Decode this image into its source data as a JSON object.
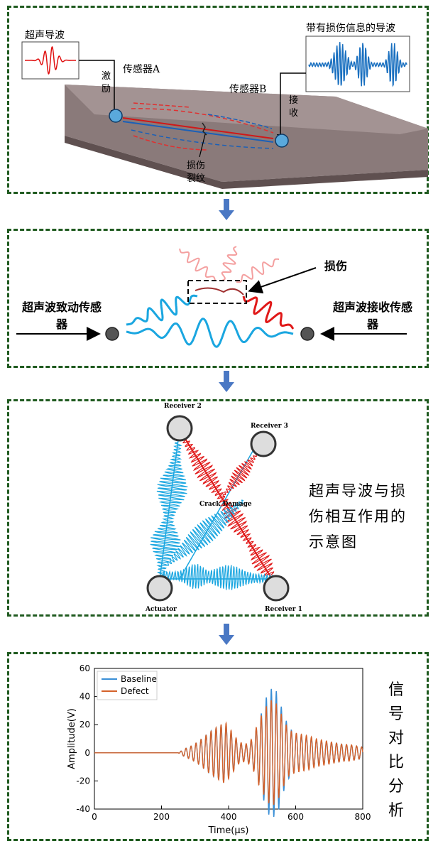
{
  "panel1": {
    "ultrasonic_wave": "超声导波",
    "excitation": "激励",
    "sensor_a": "传感器A",
    "sensor_b": "传感器B",
    "reception": "接收",
    "damage_crack": "损伤裂纹",
    "damage_wave": "带有损伤信息的导波"
  },
  "panel2": {
    "damage": "损伤",
    "actuator_sensor": "超声波致动传感器",
    "receiver_sensor": "超声波接收传感器"
  },
  "panel3": {
    "receiver2": "Receiver 2",
    "receiver3": "Receiver 3",
    "crack_damage": "Crack Damage",
    "actuator": "Actuator",
    "receiver1": "Receiver 1",
    "caption": "超声导波与损伤相互作用的示意图"
  },
  "panel4": {
    "side_caption": "信号对比分析",
    "colors": {
      "baseline": "#3a8fd6",
      "defect": "#d4612a"
    }
  },
  "chart_data": {
    "type": "line",
    "xlabel": "Time(μs)",
    "ylabel": "Amplitude(V)",
    "xlim": [
      0,
      800
    ],
    "ylim": [
      -40,
      60
    ],
    "xticks": [
      0,
      200,
      400,
      600,
      800
    ],
    "yticks": [
      -40,
      -20,
      0,
      20,
      40,
      60
    ],
    "legend_position": "top-left",
    "series": [
      {
        "name": "Baseline",
        "x": [
          0,
          250,
          270,
          290,
          310,
          330,
          350,
          370,
          390,
          410,
          430,
          450,
          470,
          490,
          510,
          520,
          530,
          540,
          550,
          560,
          570,
          580,
          600,
          620,
          640,
          660,
          680,
          700,
          720,
          740,
          760,
          780,
          800
        ],
        "y": [
          0,
          0,
          3,
          5,
          8,
          12,
          16,
          19,
          21,
          14,
          7,
          5,
          9,
          22,
          38,
          44,
          46,
          45,
          40,
          30,
          24,
          18,
          13,
          12,
          11,
          9,
          8,
          7,
          7,
          6,
          5,
          5,
          4
        ]
      },
      {
        "name": "Defect",
        "x": [
          0,
          250,
          270,
          290,
          310,
          330,
          350,
          370,
          390,
          410,
          430,
          450,
          470,
          490,
          510,
          520,
          530,
          540,
          550,
          560,
          570,
          580,
          600,
          620,
          640,
          660,
          680,
          700,
          720,
          740,
          760,
          780,
          800
        ],
        "y": [
          0,
          0,
          3,
          5,
          8,
          12,
          16,
          19,
          22,
          15,
          8,
          6,
          10,
          23,
          32,
          36,
          38,
          36,
          32,
          26,
          21,
          16,
          14,
          13,
          12,
          10,
          9,
          8,
          7,
          6,
          6,
          5,
          4
        ]
      }
    ]
  }
}
